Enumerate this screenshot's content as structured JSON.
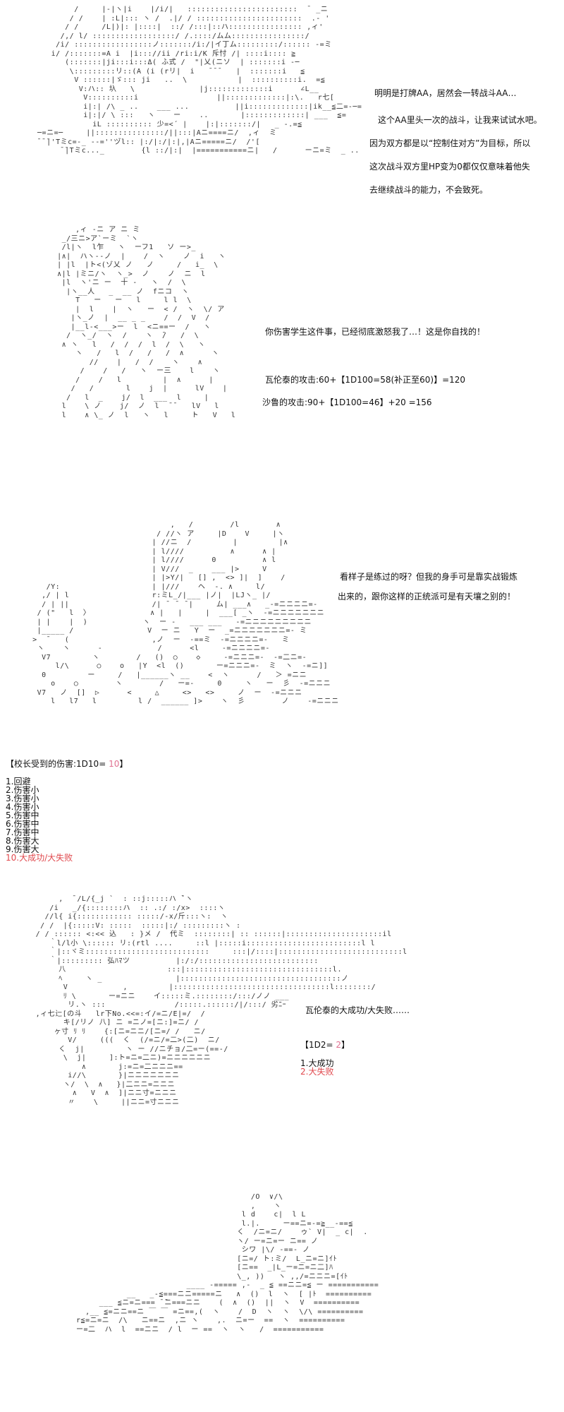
{
  "panel1": {
    "art": [
      "          /     |-|ヽ|i    |/i/|   ::::::::::::::::::::::::  ¯ _ニ",
      "         / /    | :L|::: ヽ /  .|/ / :::::::::::::::::::::::  .- '",
      "        / /     /L|)|: |::::|  ::/ /:::|::ハ:::::::::::::::: ,ィ'",
      "       /,/ l/ ::::::::::::::::::/ /.::::/ムム::::::::::::::::/",
      "      /i/ :::::::::::::::::ノ:::::::/i:/|イ丁ム:::::::::/:::::: -=ミ",
      "     i/ /:::::::=A i  |i::://ii /ri:i/K 斥忖 /| ::::i:::: ≧",
      "        (:::::::|ji:::i:::Δ( ふ式 /  \"|乂(ニソ  | :::::::i -─",
      "         \\:::::::::リ::(A (i (rリ|  i   ¯¯¯   |  :::::::i   ≦",
      "          V ::::::|ゞ::: ji   ..  \\           |  ::::::::::i.  =≦",
      "           V:ハ:: 圦   \\              |j:::::::::::::i      ∠L__",
      "            V::::::::::i                 ||:::::::::::::|:\\.   r七[",
      "            i|:| /\\ _ ..    ___ ...          ||i:::::::::::::|ik__≦二=-─=",
      "            i|:|/ \\ :::   ヽ    ー    ..       |:::::::::::::| ___  ≦=",
      "              iL :::::::::: 少=<´ |    |:|:::::::/|   _ -.=≦",
      "  ─=ニ=─     ||:::::::::::::::/||:::|Aニ====ニ/  ,ィ  ミ",
      "  ̄ ̄ ̄|'Tミc=-_ --=''ヅl:: |:/|:/|:|,|Aニ=====ニ/  /'[",
      "       ̄ ̄|Tミc..._        {l ::/|:|  |===========ニ|   /      ーニ=ミ  _ .."
    ],
    "lines": [
      "明明是打牌AA，居然会一转战斗AA…",
      "这个AA里头一次的战斗，让我来试试水吧。",
      "因为双方都是以“控制住对方”为目标，所以",
      "这次战斗双方里HP变为0都仅仅意味着他失",
      "去继续战斗的能力，不会致死。"
    ]
  },
  "panel2": {
    "art": [
      "        ,ィ ‐ニ ア ニ ミ",
      "     _/三ニ>ア`ーミ  `ヽ",
      "     /l|ヽ  l乍   ヽ  ーフ1   ソ ー>_",
      "    |∧|  ハヽ--ノ  |    /  ヽ    ノ  i   ヽ",
      "    | |l  |ト<(ゾ乂 ノ   ノ     /   i_  \\",
      "    ∧|l |ミニ/ヽ  ヽ_>  ノ    ノ  ニ  l",
      "     |l  ヽ'ニ ー  十 -   ヽ  /  \\",
      "      |ヽ__人   _  __ ノ  fニコ  ヽ",
      "        T   ー   ー   l     l l  \\",
      "        |  l    |  ヽ   ー  < /  ヽ  \\/ ア",
      "       |ヽ_ノ  |  __ _ _    /  /  V  /",
      "       |__l-<___>ー  l  <ニ==ー  /   ヽ",
      "      /  ヽ_/  ヽ  /    ヽ  ̄/   /  \\",
      "     ∧ ヽ   l   /  /  /  l  /  \\   ヽ",
      "        ヽ   /   l  /   /   /  ∧      ヽ",
      "           //    |   /  /    ヽ    ∧",
      "         /    /   /   ヽ  ー三    l    ヽ",
      "        /    /   l         |  ∧      |",
      "       /   /       l    j  |      lV    |",
      "      /   l  _    j/  l  ___  l     |",
      "     l    \\ ノ    j/  ノ  l  ¯¯   lV   l",
      "     l    ∧ \\_ ノ  l   ヽ   l     ト   V   l"
    ],
    "speech": "你伤害学生这件事，已经彻底激怒我了…！这是你自找的！",
    "roll1": "瓦伦泰的攻击:60+【1D100=58(补正至60)】=120",
    "roll2": "沙鲁的攻击:90+【1D100=46】+20 =156"
  },
  "panel3": {
    "art": [
      "                                  ,   /        /l        ∧",
      "                               / //ヽ ア     |D    V     |ヽ",
      "                              | //ニ  /         |         |∧",
      "                              | l////          ∧      ∧ |",
      "                              | l////      0          ∧ l",
      "                              | V///  _    ___ |>     V",
      "                              | |>Y/|   [] ,  <> ]|  ]    /",
      "       /Y:                    | |///    ヘ  -. ∧     l/",
      "      ,/ | l                  r:ミL_/|___ |ノ|  |LJヽ_ |/",
      "      / | ||                  /| ¯ ¯ ¯|     ム| ___∧   _-=ニニニニ=-",
      "     / (\"   l  〉             ∧ |   |     |  ___[ _ヽ  -=ニニニニニニニ",
      "     | |    |  )            ヽ  ー -   ___ ___   -=ニニニニニニニニニ",
      "     |_____ /                V  ー ニ   Y  ー  _=ニニニニニニニ=- ミ",
      "    >  ¯   (                  ,ノ  ー  -==ミ  -=ニニニニ=-   ミ",
      "     ヽ    ヽ      -            /      <l     -=ニニニニ=-",
      "      V7         ヽ        /   ()  ○    ◇     -=ニニニ=-  -=二ニ=-",
      "         l/\\      ○    o   |Y  <l  ()       ー=ニニニ=-  ミ  ヽ  -=ニ]]",
      "      0         ー     /   |______ヽ __    <  ヽ      /   ＞ =ニニ",
      "        o    ○        ヽ        /   ー=-     0     ヽ   ー  彡  -=ニニニ",
      "     V7   ノ  []  ▷      <     △     <>   <>     ノ  ー  -=ニニニ",
      "        l   l7   l         l /  ______ ]>    ヽ  彡        ノ    -=ニニニ"
    ],
    "speech1": "看样子是练过的呀？但我的身手可是靠实战锻炼",
    "speech2": "出来的，跟你这样的正统派可是有天壤之别的！"
  },
  "damage": {
    "label_prefix": "【校长受到的伤害:1D10= ",
    "result": "10",
    "label_suffix": "】",
    "options": [
      "1.回避",
      "2.伤害小",
      "3.伤害小",
      "4.伤害小",
      "5.伤害中",
      "6.伤害中",
      "7.伤害中",
      "8.伤害大",
      "9.伤害大",
      "10.大成功/大失败"
    ],
    "highlight_color": "#e0474c"
  },
  "panel4": {
    "art": [
      "            ,  ̄ /L/{_j `  : ::j:::::ハ ̄`ヽ",
      "          /i   _/{::::::::ハ  :: .:/ :/x>  ::::ヽ",
      "         //l{ i{:::::::::::: :::::/-x/斤:::ヽ:  ヽ",
      "        / /  |{:::::V: :::::  :::::|:/ :::::::::ヽ :",
      "       / / :::::: <:<< 込   : }メ /  代ミ  ::::::::| :: ::::::|:::::::::::::::::::::il",
      "          ｀l/l小 \\:::::: リ:(rtl ....     ::l |:::::i:::::::::::::::::::::::::l l",
      "          ｀|::ヾミ:::::::::::::::::::::::::::     :::|/::::|:::::::::::::::::::::::::::l",
      "          ｀|::::::::: 弘ﾊﾏツ          |:/:/::::::::::::::::::::::::::",
      "            八                      :::|::::::::::::::::::::::::::::::::l.",
      "            ﾍ     ヽ _                |:::::::::::::::::::::::::::::::::::ノ",
      "             V            ,         |::::::::::::::::::::::::::::::::::l::::::::/",
      "             ﾘ \\       ー=ニニ    イ:::::ミ.::::::::/:::/ノノ ___",
      "              リ.ヽ :::               /:::::.::::::/|/:::/ 劣ﾆｰ",
      "       ,ィ七辷[の斗   lr下No.<<=:イ/=ニ/E|=/  /",
      "             キ[/リノ 八] ニ =ニノ=[ニ:]=ニ/ /",
      "           ヶ寸 ﾘ ﾘ    {:[ニ=ニニ/[ニ=/ /   ニ/",
      "              V/     (((  く  (/=ニ/=二>(二)  ニ/",
      "            く  j|         ヽ ー //ニチョ/二=ー(==-/",
      "             \\  j|     ]:ト=ニ=二ニ)=ニニニニニニ",
      "                 ∧       j:=ニ=二ニニニ==",
      "              i//\\       }|ニニニニニニニ",
      "             ヽ/  \\  ∧   }|二ニニ=ニニニ",
      "               ∧   V  ∧  ]|ニニ寸=ニニニ",
      "              〃    \\     ||ニニ=寸ニニニ"
    ],
    "speech": "瓦伦泰的大成功/大失败……",
    "roll_prefix": "【1D2= ",
    "roll_result": "2",
    "roll_suffix": "】",
    "options": [
      "1.大成功",
      "2.大失败"
    ]
  },
  "panel5": {
    "art": [
      "                                        /O  ∨/\\",
      "                                        ,    ヽ",
      "                                      l d    c|  l L",
      "                                      l.|.     ー==ニ=-=≧__-==≦",
      "                                     く  /ニ=ニ/    ゥ` V|  _ c|  .",
      "                                     ヽ/ ー=ニ=ー ニ== ノ",
      "                                      シワ |\\/ -==‐ ノ",
      "                                     [ニ=/ ト:ミ/  L_ニ=ニ]ｲﾄ",
      "                                     [ニ==  _|L_ー=ニ=ニ二]ﾊ",
      "                                     \\_, ))   ヽ ,,/=ニニニ=[ｲﾄ",
      "                          ____ -===== ,-  _ ≦ ==ニニ=≦ ー ===========",
      "             __   _-≦===ニニ=====ニ   ∧  ()  l  ヽ  [ |ﾄ  ==========",
      "       ___ ≦ニ=ニ=== ̄ ̄ニ===ニニ    (  ∧  ()  ||  ヽ  V  ==========",
      "    ,__ ≦=ニニ==ニ ￣ ￣ =ニ==,(  ヽ    /  D  ヽ  ヽ  \\/\\ ==========",
      "  r≦=ニ=ニ  /\\   ニ==ニ  ,ニ ヽ    ,.  ニ=ー  ==  ヽ  ==========",
      "  ー=二  ハ  l  ==ニニ  / l  ー ==  ヽ  ヽ   /  ==========="
    ]
  }
}
